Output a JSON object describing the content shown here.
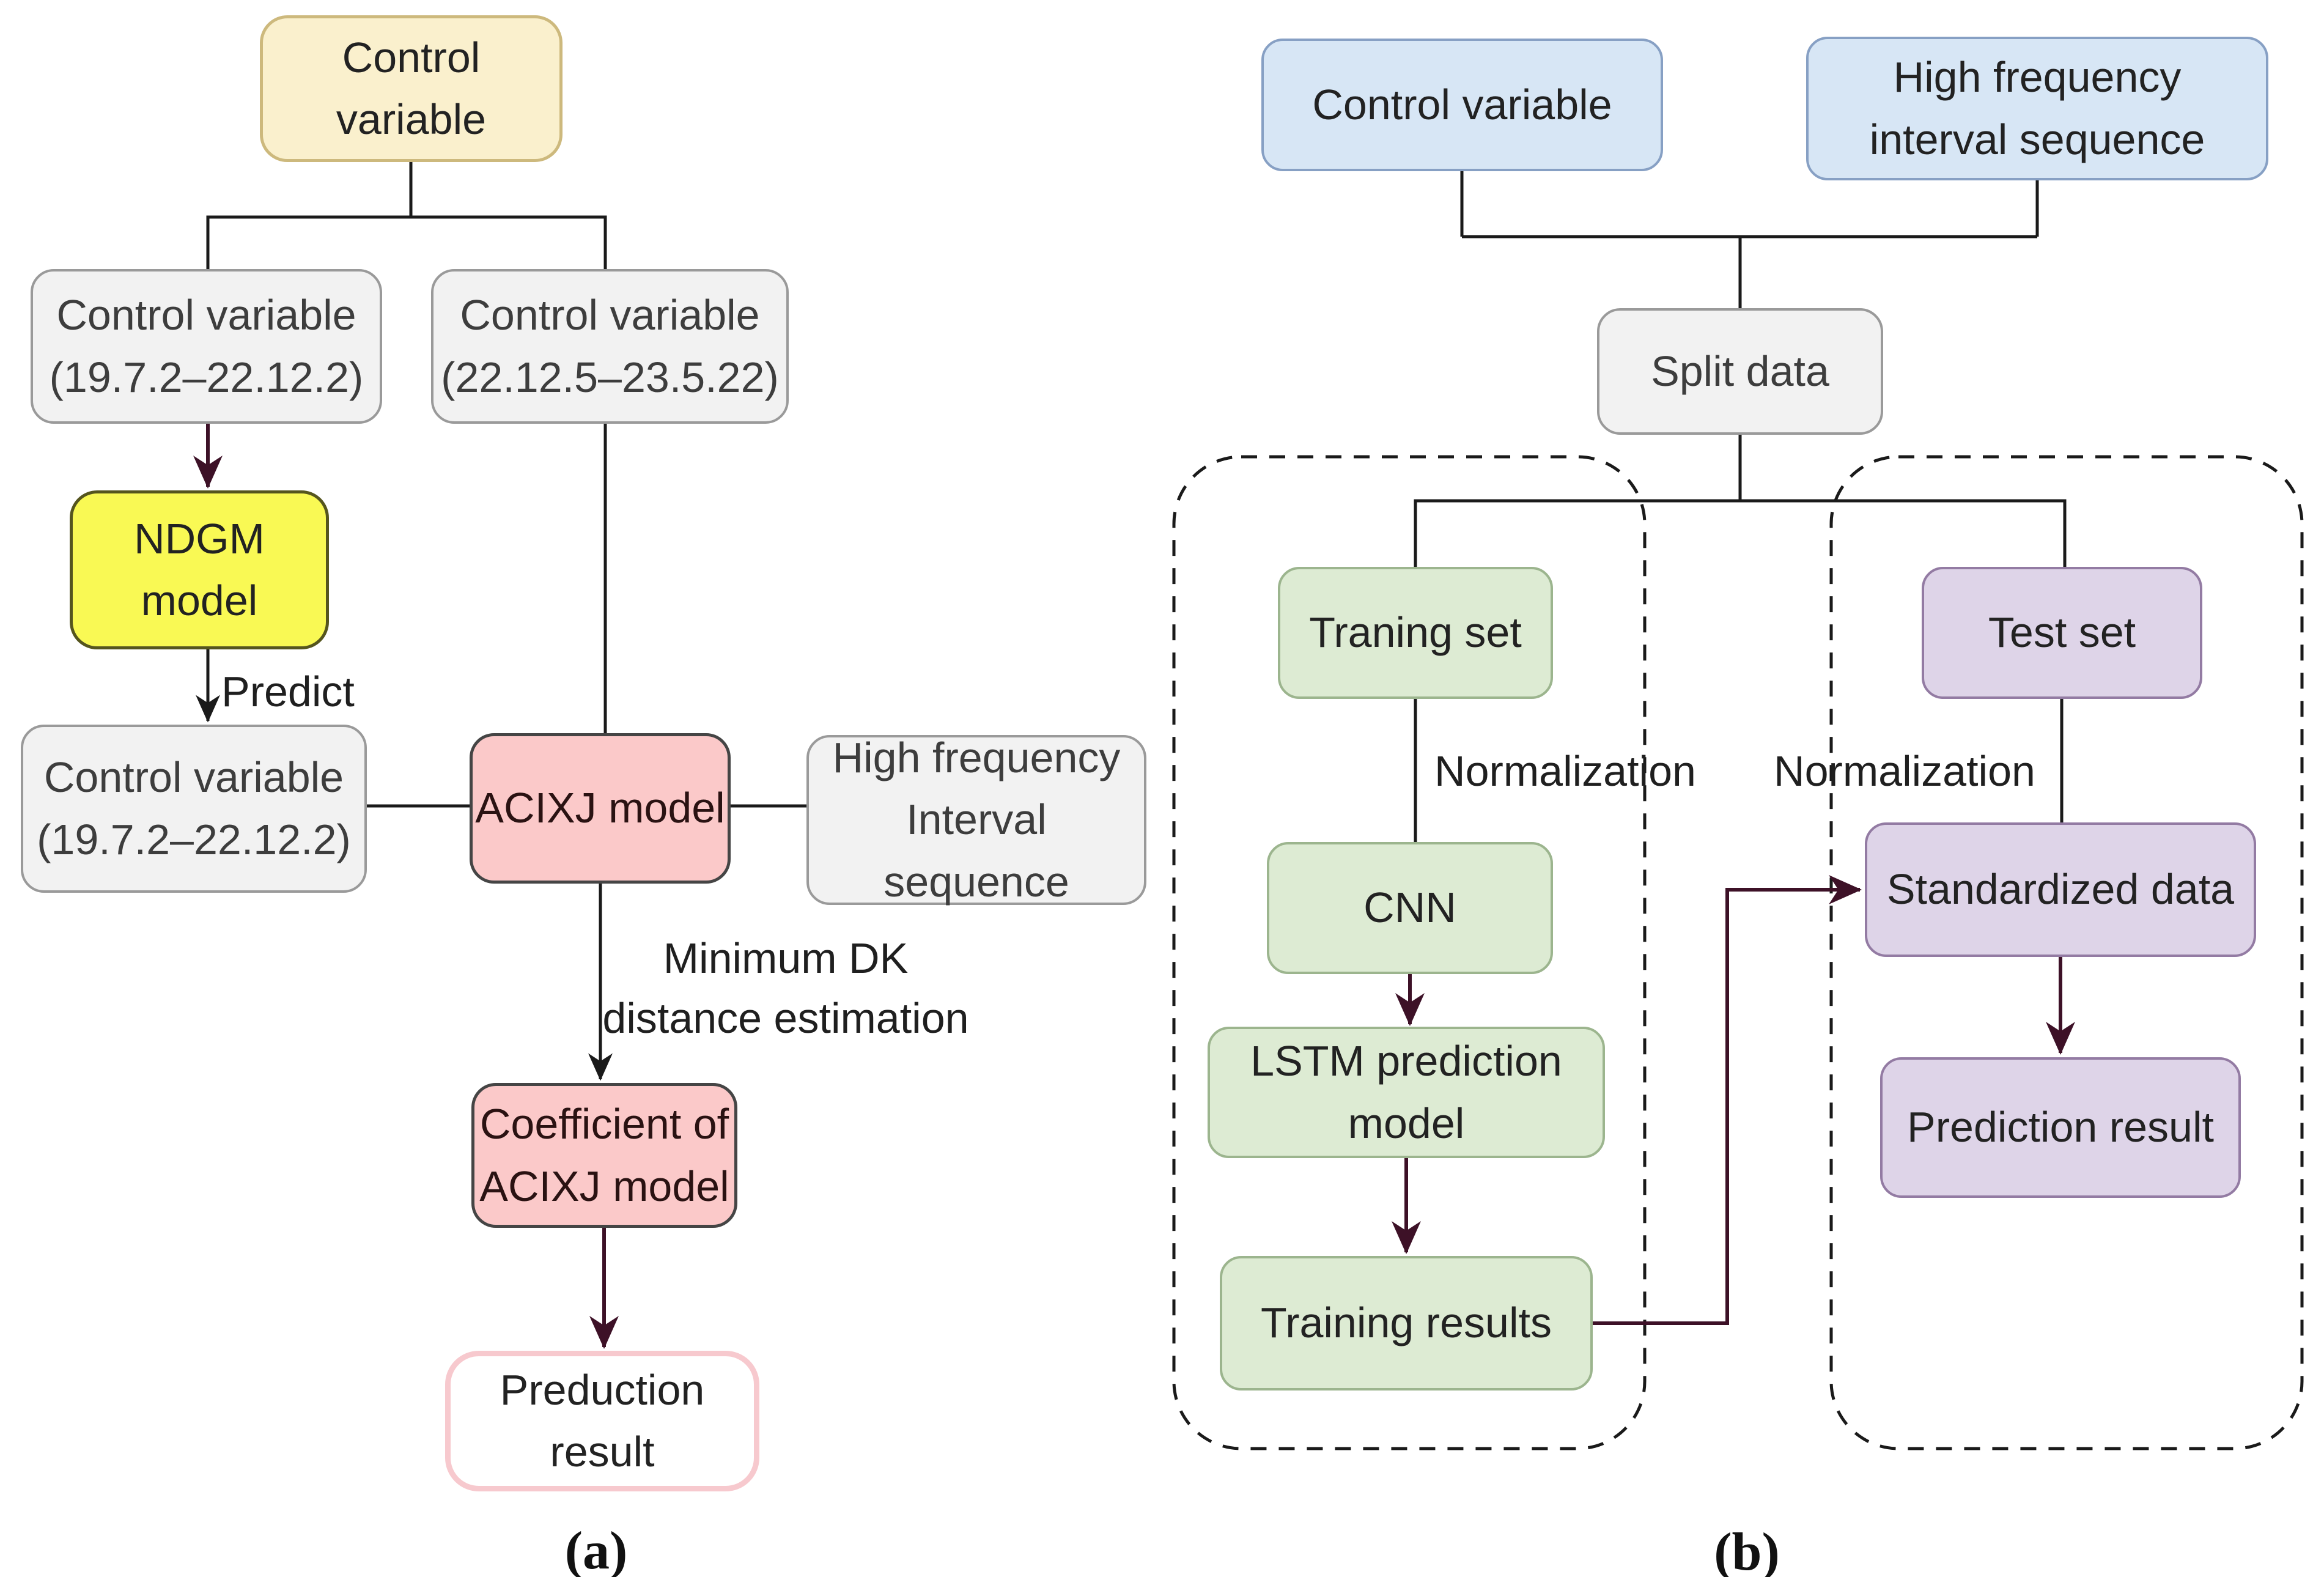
{
  "colors": {
    "line": "#1a1a1a",
    "arrow_accent": "#3d1127",
    "cream_fill": "#faf0cd",
    "cream_border": "#cdb97d",
    "yellow_fill": "#f9f954",
    "yellow_border": "#55551e",
    "gray_fill": "#f2f2f2",
    "gray_border": "#9a9a9a",
    "pink_fill": "#fbc9c9",
    "pink_border": "#454545",
    "pink_light_border": "#f7c9ce",
    "blue_fill": "#d7e6f5",
    "blue_border": "#87a0c4",
    "green_fill": "#ddebd3",
    "green_border": "#9cb58e",
    "purple_fill": "#ded4e8",
    "purple_border": "#937ba3"
  },
  "panel_a": {
    "caption": "(a)",
    "nodes": {
      "control_variable_root": "Control variable",
      "control_variable_train": {
        "line1": "Control variable",
        "line2": "(19.7.2–22.12.2)"
      },
      "control_variable_holdout": {
        "line1": "Control variable",
        "line2": "(22.12.5–23.5.22)"
      },
      "ndgm_model": "NDGM model",
      "control_variable_predicted": {
        "line1": "Control variable",
        "line2": "(19.7.2–22.12.2)"
      },
      "acixj_model": "ACIXJ model",
      "high_frequency": {
        "line1": "High frequency",
        "line2": "Interval sequence"
      },
      "coefficient": {
        "line1": "Coefficient of",
        "line2": "ACIXJ model"
      },
      "preduction_result": "Preduction result"
    },
    "edge_labels": {
      "predict": "Predict",
      "min_dk_line1": "Minimum DK",
      "min_dk_line2": "distance estimation"
    }
  },
  "panel_b": {
    "caption": "(b)",
    "nodes": {
      "control_variable": "Control variable",
      "high_frequency": {
        "line1": "High frequency",
        "line2": "interval sequence"
      },
      "split_data": "Split data",
      "training_set": "Traning set",
      "test_set": "Test set",
      "cnn": "CNN",
      "lstm": {
        "line1": "LSTM prediction",
        "line2": "model"
      },
      "training_results": "Training results",
      "standardized_data": "Standardized data",
      "prediction_result": "Prediction result"
    },
    "edge_labels": {
      "normalization_left": "Normalization",
      "normalization_right": "Normalization"
    }
  }
}
